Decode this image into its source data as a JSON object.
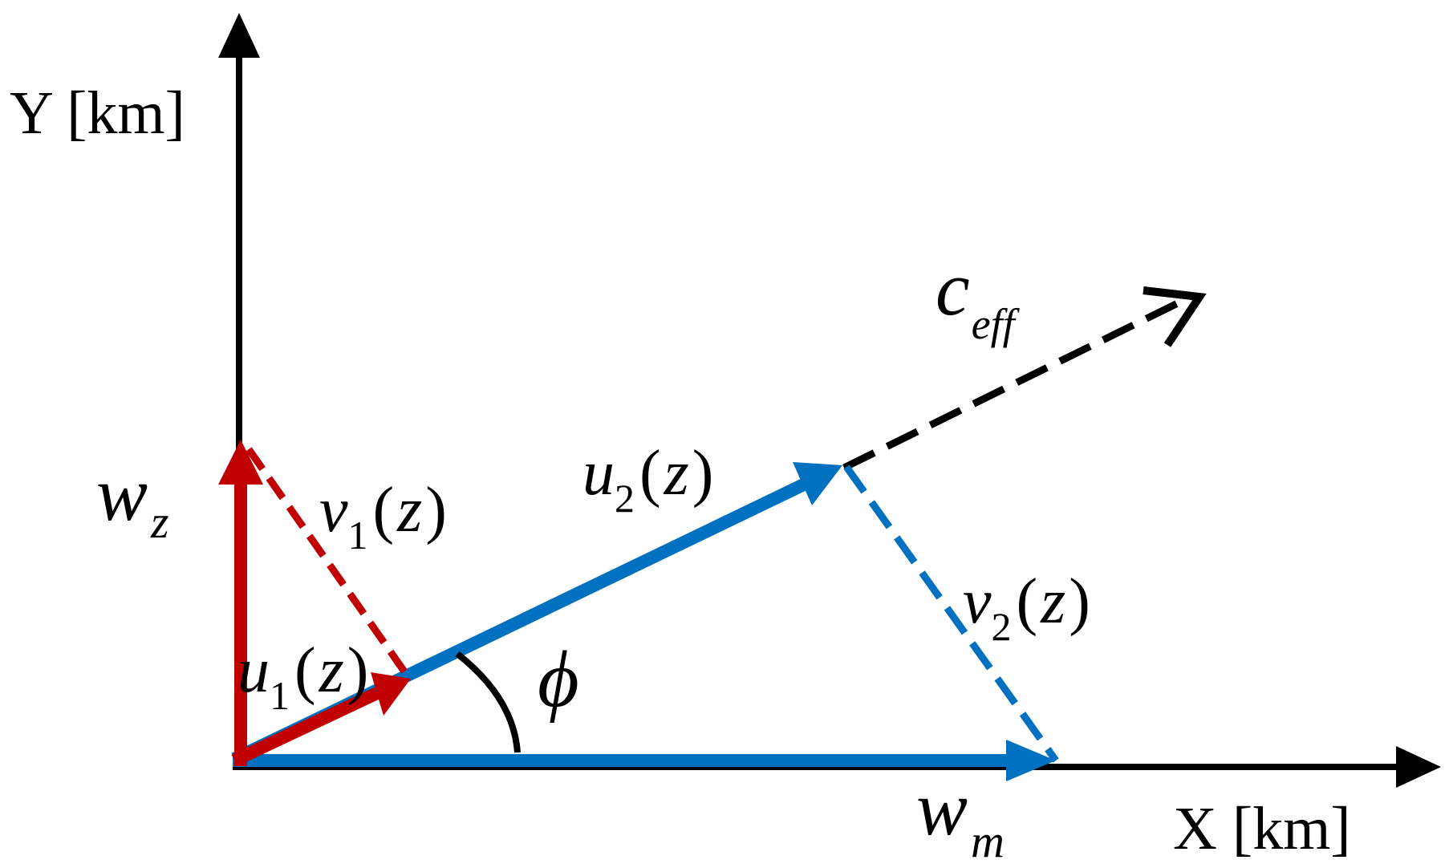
{
  "axes": {
    "x_label": "X [km]",
    "y_label": "Y [km]"
  },
  "vectors": {
    "w_m": {
      "symbol": "w",
      "subscript": "m"
    },
    "w_z": {
      "symbol": "w",
      "subscript": "z"
    },
    "c_eff": {
      "symbol": "c",
      "subscript": "eff"
    },
    "u1": {
      "symbol": "u",
      "subscript": "1",
      "arg_open": "(",
      "arg": "z",
      "arg_close": ")"
    },
    "u2": {
      "symbol": "u",
      "subscript": "2",
      "arg_open": "(",
      "arg": "z",
      "arg_close": ")"
    },
    "v1": {
      "symbol": "v",
      "subscript": "1",
      "arg_open": "(",
      "arg": "z",
      "arg_close": ")"
    },
    "v2": {
      "symbol": "v",
      "subscript": "2",
      "arg_open": "(",
      "arg": "z",
      "arg_close": ")"
    }
  },
  "angle": {
    "symbol": "ϕ"
  },
  "colors": {
    "axis": "#000000",
    "red_vectors": "#c00000",
    "blue_vectors": "#0070c0",
    "c_eff": "#000000"
  }
}
